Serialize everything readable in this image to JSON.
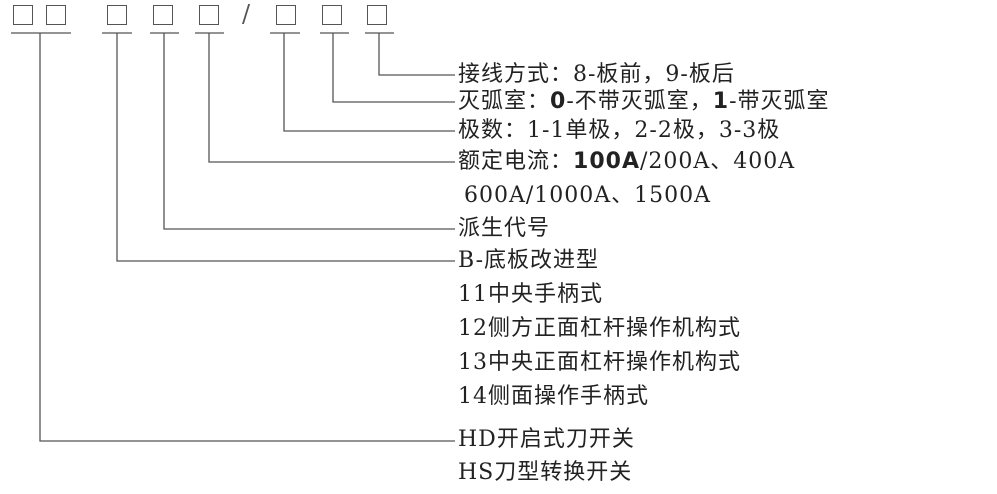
{
  "slash": "/",
  "labels": {
    "wiring": "接线方式：8-板前，9-板后",
    "arc_pre": "灭弧室：",
    "arc_0": "0",
    "arc_mid": "-不带灭弧室，",
    "arc_1": "1",
    "arc_post": "-带灭弧室",
    "poles": "极数：1-1单极，2-2极，3-3极",
    "current_pre": "额定电流：",
    "current_bold": "100A",
    "current_post": "/200A、400A",
    "current_line2": "600A/1000A、1500A",
    "derived": "派生代号",
    "design_b": "B-底板改进型",
    "design_11": "11中央手柄式",
    "design_12": "12侧方正面杠杆操作机构式",
    "design_13": "13中央正面杠杆操作机构式",
    "design_14": "14侧面操作手柄式",
    "type_hd": "HD开启式刀开关",
    "type_hs": "HS刀型转换开关"
  }
}
